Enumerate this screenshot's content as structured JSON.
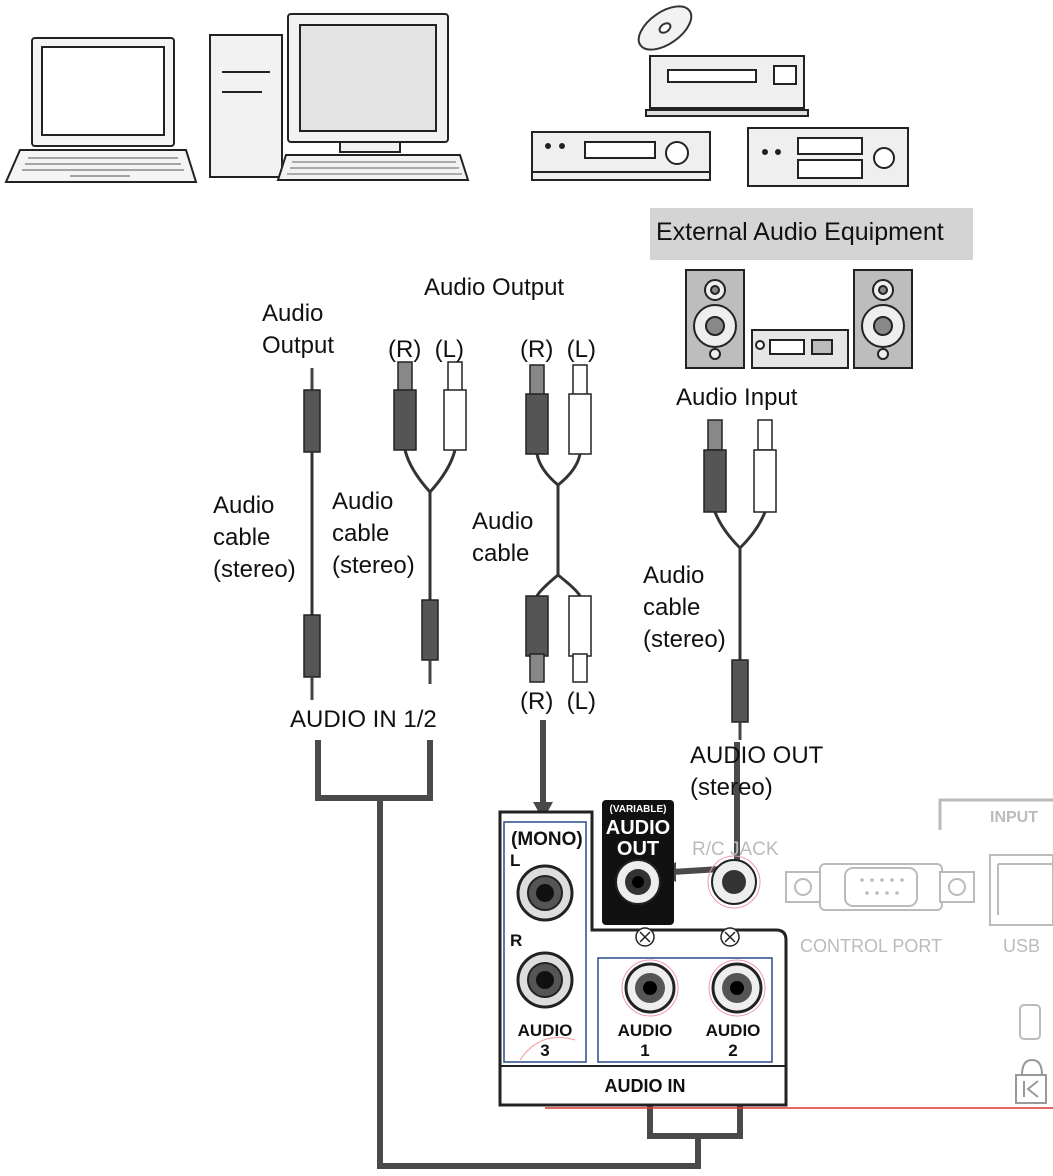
{
  "external_equipment": {
    "title": "External Audio Equipment",
    "input_label": "Audio Input",
    "cable_label": "Audio\ncable\n(stereo)",
    "projector_port_label": "AUDIO OUT\n(stereo)"
  },
  "sources": {
    "mini_output_label": "Audio\nOutput",
    "mini_cable_label": "Audio\ncable\n(stereo)",
    "rca_mini_cable_label": "Audio\ncable\n(stereo)",
    "audio_output_label": "Audio Output",
    "rl_label_1": "(R)  (L)",
    "rl_label_2": "(R)  (L)",
    "rca_cable_label": "Audio\ncable",
    "rl_label_3": "(R)  (L)",
    "audio_in_label": "AUDIO IN 1/2"
  },
  "panel": {
    "mono": "(MONO)",
    "l": "L",
    "r": "R",
    "audio3_a": "AUDIO",
    "audio3_b": "3",
    "variable": "(VARIABLE)",
    "audio_out_a": "AUDIO",
    "audio_out_b": "OUT",
    "rc_jack": "R/C JACK",
    "audio1_a": "AUDIO",
    "audio1_b": "1",
    "audio2_a": "AUDIO",
    "audio2_b": "2",
    "audio_in": "AUDIO IN",
    "input": "INPUT",
    "control_port": "CONTROL PORT",
    "usb": "USB"
  }
}
